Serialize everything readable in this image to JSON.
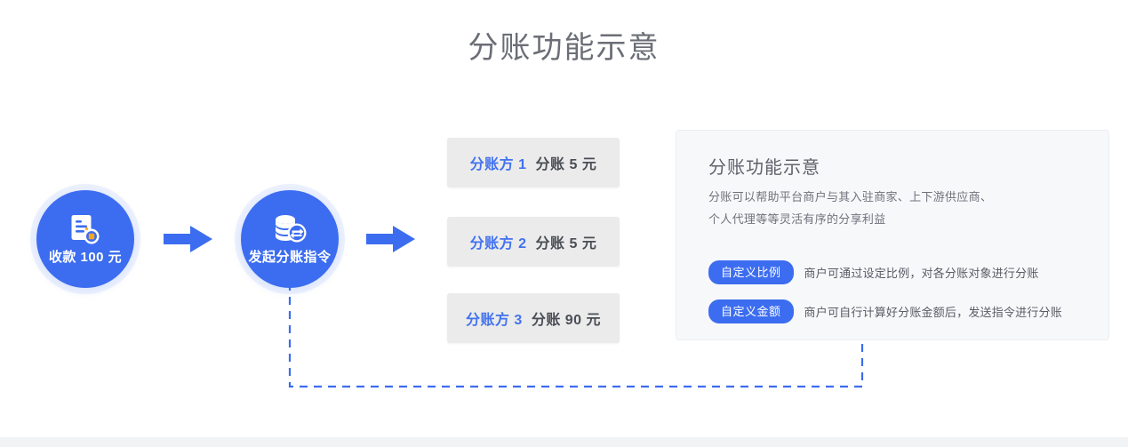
{
  "page": {
    "title": "分账功能示意",
    "background": "#ffffff",
    "accent_blue": "#3c6df0",
    "card_gray": "#ebebeb",
    "panel_gray": "#f7f8fa"
  },
  "flow": {
    "nodes": [
      {
        "id": "receive",
        "label": "收款 100 元",
        "icon": "document-receipt-icon"
      },
      {
        "id": "initiate",
        "label": "发起分账指令",
        "icon": "coin-exchange-icon"
      }
    ],
    "arrows": [
      {
        "id": "arrow-1",
        "icon": "arrow-right-icon"
      },
      {
        "id": "arrow-2",
        "icon": "arrow-right-icon"
      }
    ],
    "connector": {
      "icon": "dashed-connector-line",
      "color": "#3c6df0",
      "style": "dashed"
    }
  },
  "parties": [
    {
      "name": "分账方 1",
      "amount": "分账 5 元"
    },
    {
      "name": "分账方 2",
      "amount": "分账 5 元"
    },
    {
      "name": "分账方 3",
      "amount": "分账 90 元"
    }
  ],
  "panel": {
    "heading": "分账功能示意",
    "description_line1": "分账可以帮助平台商户与其入驻商家、上下游供应商、",
    "description_line2": "个人代理等等灵活有序的分享利益",
    "features": [
      {
        "badge": "自定义比例",
        "text": "商户可通过设定比例，对各分账对象进行分账"
      },
      {
        "badge": "自定义金额",
        "text": "商户可自行计算好分账金额后，发送指令进行分账"
      }
    ]
  }
}
